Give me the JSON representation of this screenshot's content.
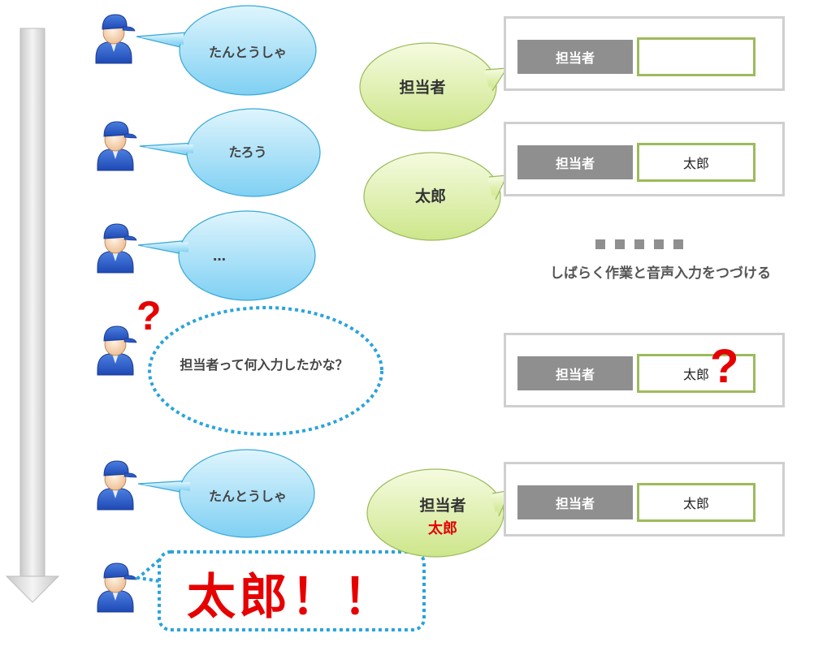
{
  "speech": {
    "s1": "たんとうしゃ",
    "s2": "たろう",
    "s3": "…",
    "s4": "担当者って何入力したかな？",
    "s5": "たんとうしゃ",
    "s6": "太郎！！"
  },
  "system": {
    "g1": "担当者",
    "g2": "太郎",
    "g3_line1": "担当者",
    "g3_line2": "太郎"
  },
  "panels": [
    {
      "label": "担当者",
      "value": ""
    },
    {
      "label": "担当者",
      "value": "太郎"
    },
    {
      "label": "担当者",
      "value": "太郎"
    },
    {
      "label": "担当者",
      "value": "太郎"
    }
  ],
  "ellipsis_caption": "しばらく作業と音声入力をつづける",
  "question_mark": "?",
  "colors": {
    "speech_bubble": "#8fd8f5",
    "system_bubble": "#d9ec9d",
    "dotted_border": "#2aa3dc",
    "field_border": "#9cbb5c",
    "label_bg": "#8f8f8f",
    "accent_red": "#e60000"
  }
}
